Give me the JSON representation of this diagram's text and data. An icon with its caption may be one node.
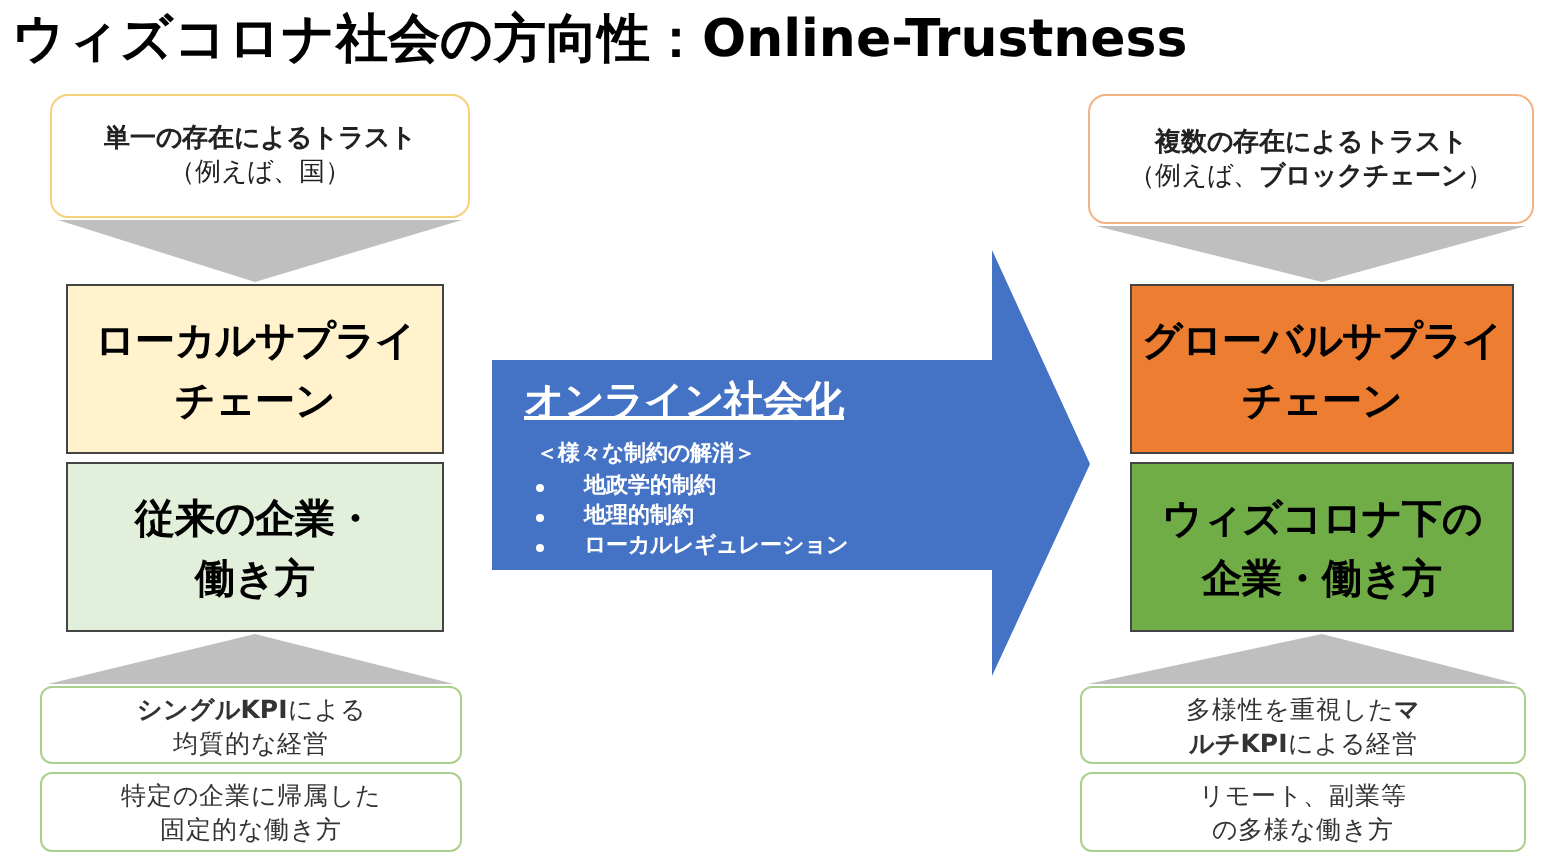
{
  "diagram": {
    "title": "ウィズコロナ社会の方向性：Online-Trustness",
    "nodes": [
      {
        "text": [
          "単一の存在によるトラスト",
          "（例えば、国）"
        ]
      },
      {
        "text": [
          "ローカルサプライチェーン"
        ]
      },
      {
        "text": [
          "従来の企業・働き方"
        ]
      },
      {
        "text": [
          "**シングルKPI**による均質的な経営"
        ]
      },
      {
        "text": [
          "特定の企業に帰属した固定的な働き方"
        ]
      },
      {
        "text": [
          "オンライン社会化",
          "＜様々な制約の解消＞",
          "地政学的制約",
          "地理的制約",
          "ローカルレギュレーション"
        ]
      },
      {
        "text": [
          "複数の存在によるトラスト",
          "（例えば、**ブロックチェーン**）"
        ]
      },
      {
        "text": [
          "グローバルサプライチェーン"
        ]
      },
      {
        "text": [
          "ウィズコロナ下の企業・働き方"
        ]
      },
      {
        "text": [
          "多様性を重視した**マルチKPI**による経営"
        ]
      },
      {
        "text": [
          "リモート、副業等の多様な働き方"
        ]
      }
    ],
    "edges": [
      {
        "from": 0,
        "to": 1,
        "arrow": "to"
      },
      {
        "from": 3,
        "to": 2,
        "arrow": "to"
      },
      {
        "from": 6,
        "to": 7,
        "arrow": "to"
      },
      {
        "from": 9,
        "to": 8,
        "arrow": "to"
      }
    ]
  }
}
